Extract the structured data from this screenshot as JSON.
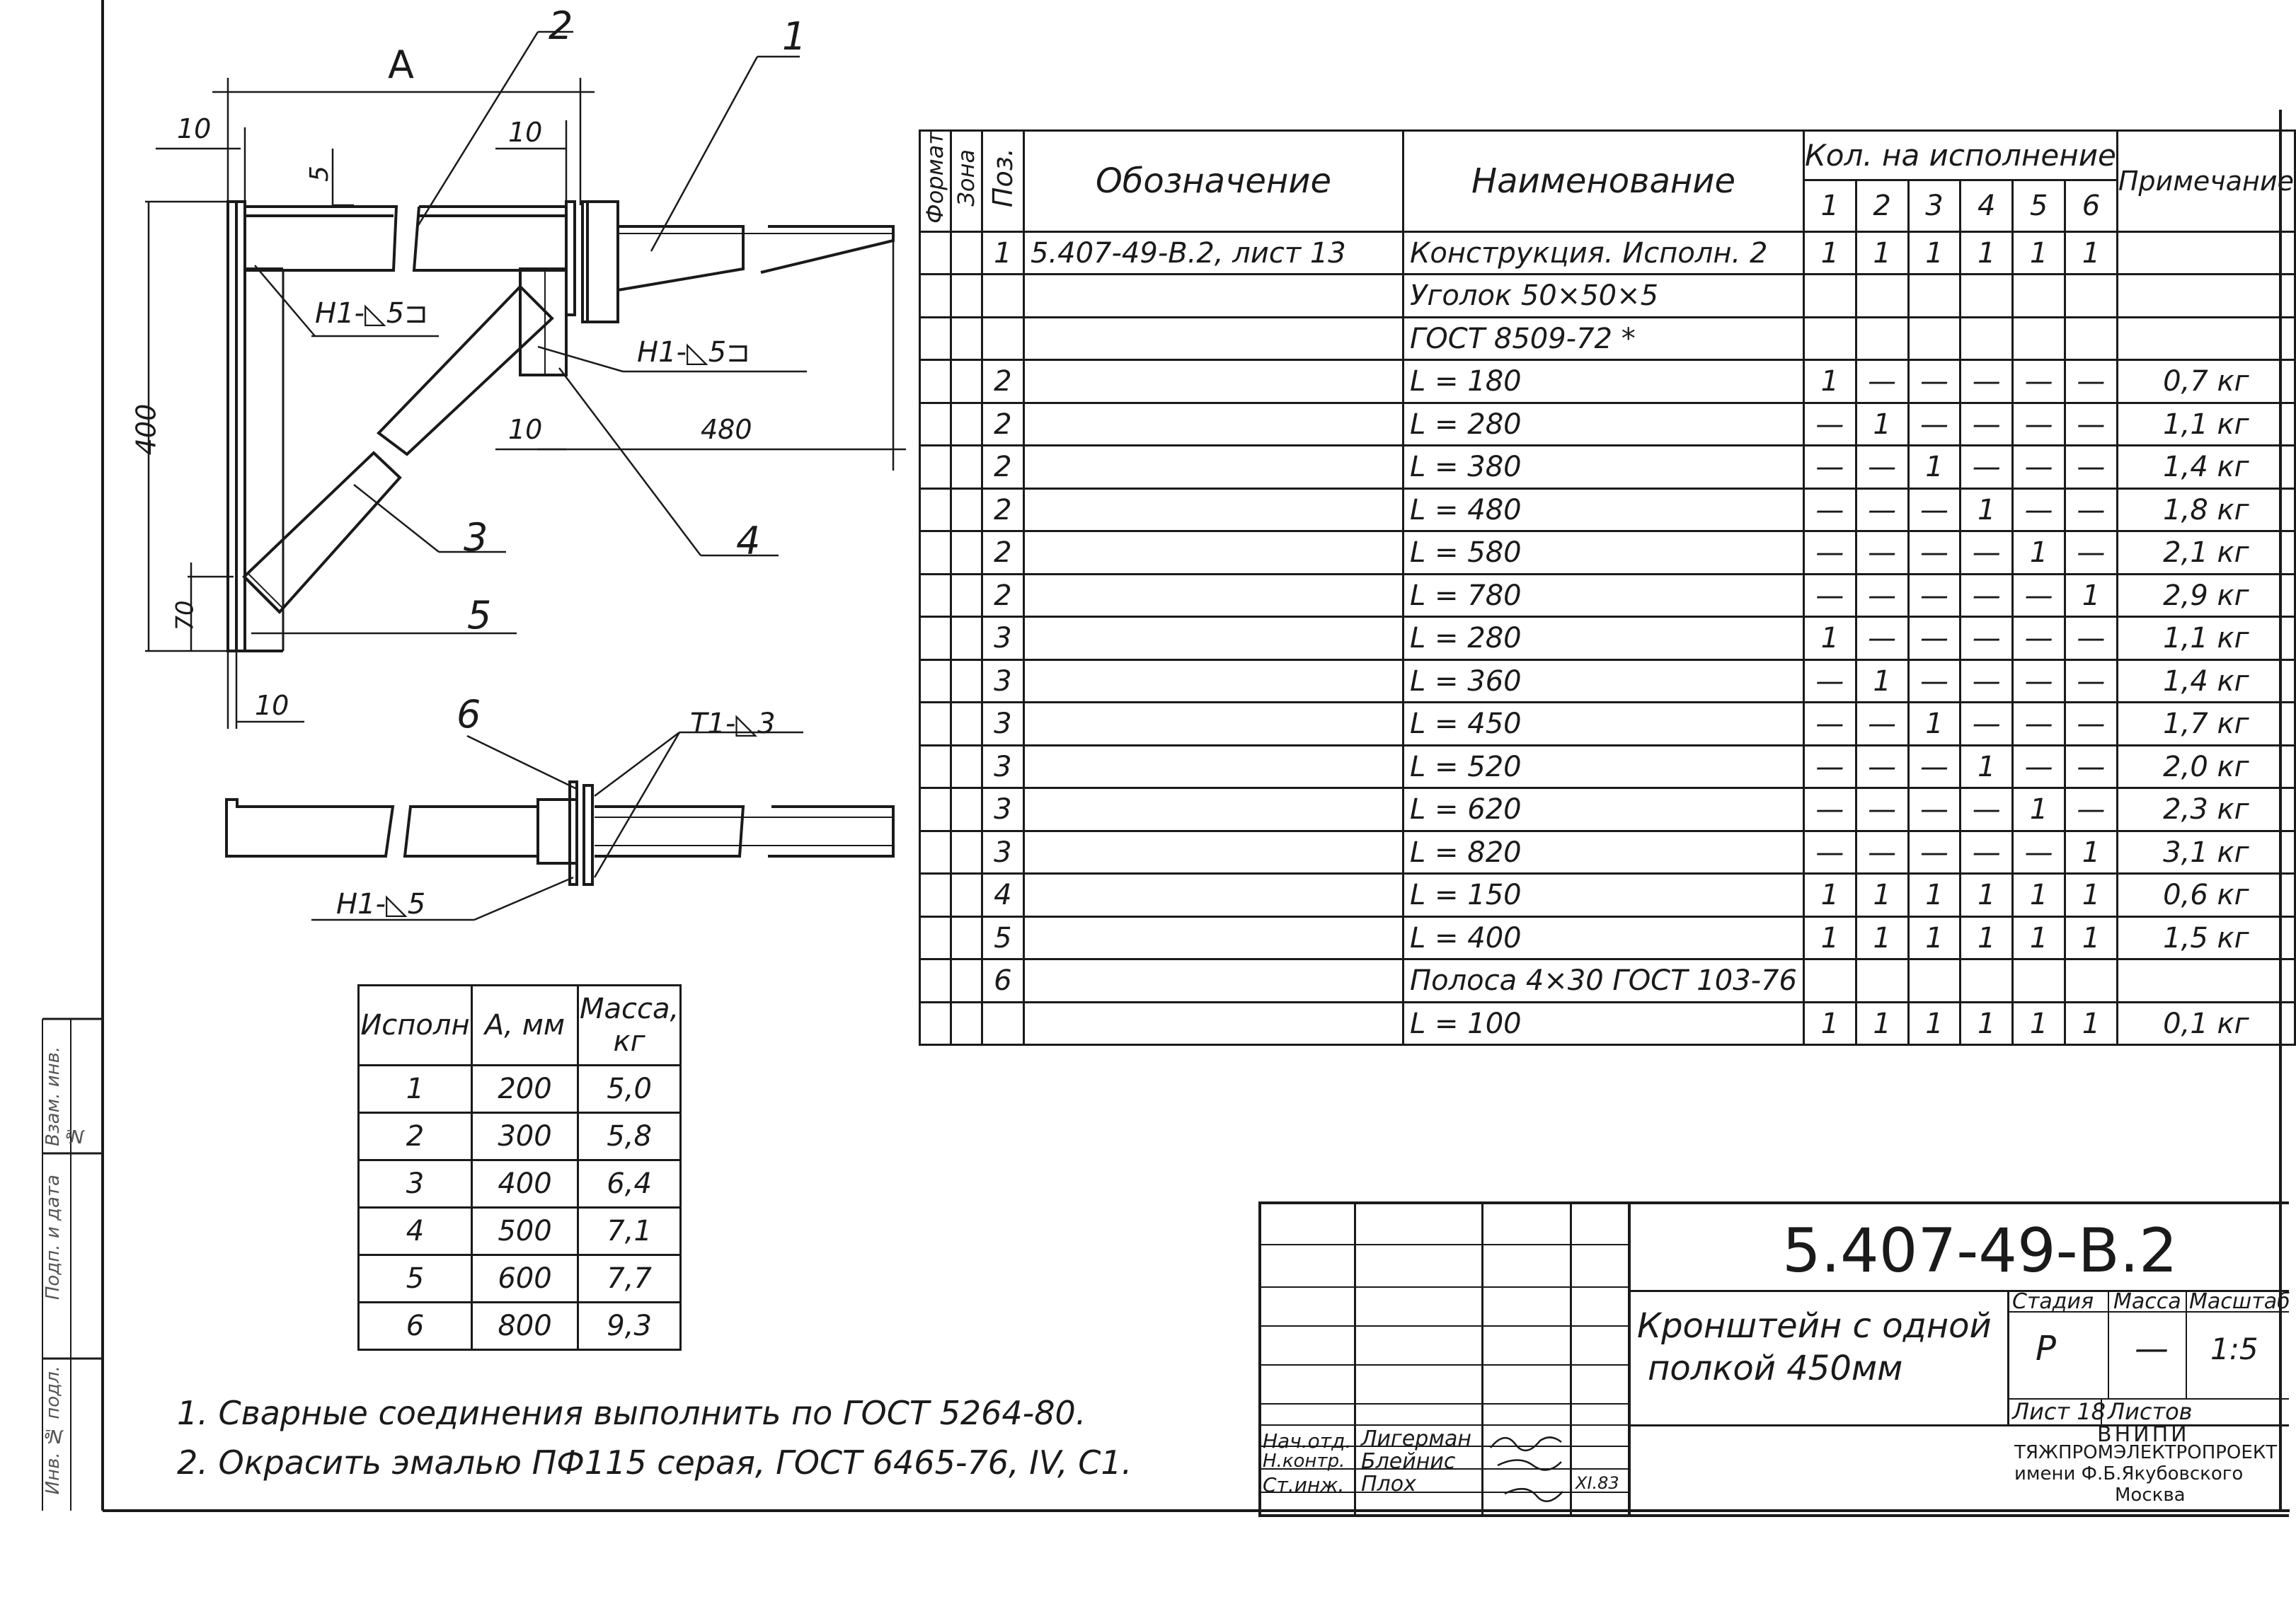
{
  "drawing": {
    "labels": {
      "dim_a": "A",
      "pos1": "1",
      "pos2": "2",
      "pos3": "3",
      "pos4": "4",
      "pos5": "5",
      "pos6": "6",
      "d10_top": "10",
      "d10_mid": "10",
      "d5": "5",
      "d400": "400",
      "d70": "70",
      "d10_left": "10",
      "d10_bottom": "10",
      "d480": "480",
      "weld1": "Н1-◺5⊐",
      "weld2": "Н1-◺5⊐",
      "weld3": "Т1-◺3",
      "weld4": "Н1-◺5"
    }
  },
  "spec_table": {
    "headers": {
      "format": "Формат",
      "zone": "Зона",
      "pos": "Поз.",
      "designation": "Обозначение",
      "name": "Наименование",
      "qty": "Кол. на исполнение",
      "cols": [
        "1",
        "2",
        "3",
        "4",
        "5",
        "6"
      ],
      "note": "Примечание"
    },
    "rows": [
      {
        "pos": "1",
        "des": "5.407-49-В.2, лист 13",
        "name": "Конструкция. Исполн. 2",
        "q": [
          "1",
          "1",
          "1",
          "1",
          "1",
          "1"
        ],
        "note": ""
      },
      {
        "pos": "",
        "des": "",
        "name": "Уголок 50×50×5",
        "q": [
          "",
          "",
          "",
          "",
          "",
          ""
        ],
        "note": ""
      },
      {
        "pos": "",
        "des": "",
        "name": "ГОСТ 8509-72 *",
        "q": [
          "",
          "",
          "",
          "",
          "",
          ""
        ],
        "note": ""
      },
      {
        "pos": "2",
        "des": "",
        "name": "L = 180",
        "q": [
          "1",
          "—",
          "—",
          "—",
          "—",
          "—"
        ],
        "note": "0,7 кг"
      },
      {
        "pos": "2",
        "des": "",
        "name": "L = 280",
        "q": [
          "—",
          "1",
          "—",
          "—",
          "—",
          "—"
        ],
        "note": "1,1 кг"
      },
      {
        "pos": "2",
        "des": "",
        "name": "L = 380",
        "q": [
          "—",
          "—",
          "1",
          "—",
          "—",
          "—"
        ],
        "note": "1,4 кг"
      },
      {
        "pos": "2",
        "des": "",
        "name": "L = 480",
        "q": [
          "—",
          "—",
          "—",
          "1",
          "—",
          "—"
        ],
        "note": "1,8 кг"
      },
      {
        "pos": "2",
        "des": "",
        "name": "L = 580",
        "q": [
          "—",
          "—",
          "—",
          "—",
          "1",
          "—"
        ],
        "note": "2,1 кг"
      },
      {
        "pos": "2",
        "des": "",
        "name": "L = 780",
        "q": [
          "—",
          "—",
          "—",
          "—",
          "—",
          "1"
        ],
        "note": "2,9 кг"
      },
      {
        "pos": "3",
        "des": "",
        "name": "L = 280",
        "q": [
          "1",
          "—",
          "—",
          "—",
          "—",
          "—"
        ],
        "note": "1,1 кг"
      },
      {
        "pos": "3",
        "des": "",
        "name": "L = 360",
        "q": [
          "—",
          "1",
          "—",
          "—",
          "—",
          "—"
        ],
        "note": "1,4 кг"
      },
      {
        "pos": "3",
        "des": "",
        "name": "L = 450",
        "q": [
          "—",
          "—",
          "1",
          "—",
          "—",
          "—"
        ],
        "note": "1,7 кг"
      },
      {
        "pos": "3",
        "des": "",
        "name": "L = 520",
        "q": [
          "—",
          "—",
          "—",
          "1",
          "—",
          "—"
        ],
        "note": "2,0 кг"
      },
      {
        "pos": "3",
        "des": "",
        "name": "L = 620",
        "q": [
          "—",
          "—",
          "—",
          "—",
          "1",
          "—"
        ],
        "note": "2,3 кг"
      },
      {
        "pos": "3",
        "des": "",
        "name": "L = 820",
        "q": [
          "—",
          "—",
          "—",
          "—",
          "—",
          "1"
        ],
        "note": "3,1 кг"
      },
      {
        "pos": "4",
        "des": "",
        "name": "L = 150",
        "q": [
          "1",
          "1",
          "1",
          "1",
          "1",
          "1"
        ],
        "note": "0,6 кг"
      },
      {
        "pos": "5",
        "des": "",
        "name": "L = 400",
        "q": [
          "1",
          "1",
          "1",
          "1",
          "1",
          "1"
        ],
        "note": "1,5 кг"
      },
      {
        "pos": "6",
        "des": "",
        "name": "Полоса 4×30 ГОСТ 103-76",
        "q": [
          "",
          "",
          "",
          "",
          "",
          ""
        ],
        "note": ""
      },
      {
        "pos": "",
        "des": "",
        "name": "L = 100",
        "q": [
          "1",
          "1",
          "1",
          "1",
          "1",
          "1"
        ],
        "note": "0,1 кг"
      }
    ]
  },
  "exec_table": {
    "headers": {
      "exec": "Исполн",
      "a": "А, мм",
      "mass": "Масса, кг"
    },
    "rows": [
      {
        "e": "1",
        "a": "200",
        "m": "5,0"
      },
      {
        "e": "2",
        "a": "300",
        "m": "5,8"
      },
      {
        "e": "3",
        "a": "400",
        "m": "6,4"
      },
      {
        "e": "4",
        "a": "500",
        "m": "7,1"
      },
      {
        "e": "5",
        "a": "600",
        "m": "7,7"
      },
      {
        "e": "6",
        "a": "800",
        "m": "9,3"
      }
    ]
  },
  "notes": [
    "1. Сварные соединения выполнить по ГОСТ 5264-80.",
    "2. Окрасить эмалью ПФ115 серая, ГОСТ 6465-76, IV, С1."
  ],
  "title_block": {
    "code": "5.407-49-В.2",
    "title_line1": "Кронштейн с одной",
    "title_line2": "полкой 450мм",
    "stage_label": "Стадия",
    "mass_label": "Масса",
    "scale_label": "Масштаб",
    "stage": "Р",
    "mass": "—",
    "scale": "1:5",
    "sheet_label": "Лист 18",
    "sheets_label": "Листов",
    "org1": "ВНИПИ",
    "org2": "ТЯЖПРОМЭЛЕКТРОПРОЕКТ",
    "org3": "имени Ф.Б.Якубовского",
    "org4": "Москва",
    "people": [
      {
        "role": "Нач.отд.",
        "name": "Лигерман"
      },
      {
        "role": "Н.контр.",
        "name": "Блейнис"
      },
      {
        "role": "Ст.инж.",
        "name": "Плох"
      }
    ],
    "date": "XI.83"
  },
  "margin_labels": [
    "Инв. № подл.",
    "Подп. и дата",
    "Взам. инв. №"
  ]
}
